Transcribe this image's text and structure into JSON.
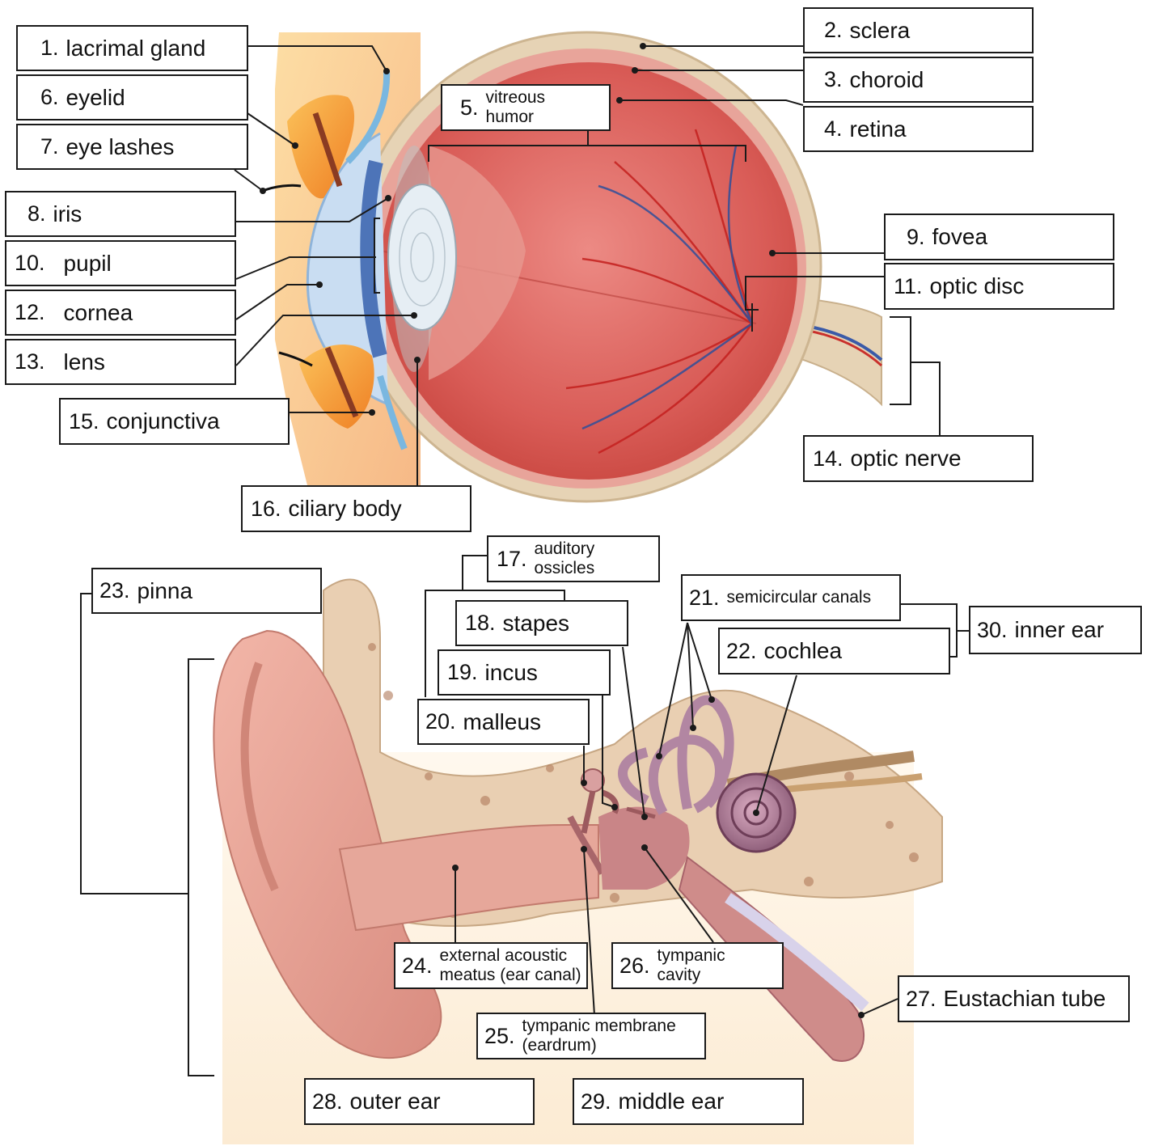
{
  "colors": {
    "background": "#ffffff",
    "sclera": "#e6d3b5",
    "eye_interior": "#e06a63",
    "eyelid": "#f1922c",
    "cornea": "#bfd6ee",
    "ear_skin": "#e9a79b",
    "bone": "#e7cdb2",
    "inner_ear": "#b98ea6",
    "leader_line": "#1a1a1a"
  },
  "labels": {
    "lacrimal_gland": {
      "num": "1.",
      "text": "lacrimal gland"
    },
    "sclera": {
      "num": "2.",
      "text": "sclera"
    },
    "choroid": {
      "num": "3.",
      "text": "choroid"
    },
    "retina": {
      "num": "4.",
      "text": "retina"
    },
    "vitreous_humor": {
      "num": "5.",
      "line1": "vitreous",
      "line2": "humor"
    },
    "eyelid": {
      "num": "6.",
      "text": "eyelid"
    },
    "eye_lashes": {
      "num": "7.",
      "text": "eye lashes"
    },
    "iris": {
      "num": "8.",
      "text": "iris"
    },
    "fovea": {
      "num": "9.",
      "text": "fovea"
    },
    "pupil": {
      "num": "10.",
      "text": "pupil"
    },
    "optic_disc": {
      "num": "11.",
      "text": "optic disc"
    },
    "cornea": {
      "num": "12.",
      "text": "cornea"
    },
    "lens": {
      "num": "13.",
      "text": "lens"
    },
    "optic_nerve": {
      "num": "14.",
      "text": "optic nerve"
    },
    "conjunctiva": {
      "num": "15.",
      "text": "conjunctiva"
    },
    "ciliary_body": {
      "num": "16.",
      "text": "ciliary body"
    },
    "auditory_ossicles": {
      "num": "17.",
      "line1": "auditory",
      "line2": "ossicles"
    },
    "stapes": {
      "num": "18.",
      "text": "stapes"
    },
    "incus": {
      "num": "19.",
      "text": "incus"
    },
    "malleus": {
      "num": "20.",
      "text": "malleus"
    },
    "semicircular_canals": {
      "num": "21.",
      "text": "semicircular canals"
    },
    "cochlea": {
      "num": "22.",
      "text": "cochlea"
    },
    "pinna": {
      "num": "23.",
      "text": "pinna"
    },
    "external_acoustic_meatus": {
      "num": "24.",
      "line1": "external acoustic",
      "line2": "meatus (ear canal)"
    },
    "tympanic_membrane": {
      "num": "25.",
      "line1": "tympanic membrane",
      "line2": "(eardrum)"
    },
    "tympanic_cavity": {
      "num": "26.",
      "line1": "tympanic",
      "line2": "cavity"
    },
    "eustachian_tube": {
      "num": "27.",
      "text": "Eustachian tube"
    },
    "outer_ear": {
      "num": "28.",
      "text": "outer ear"
    },
    "middle_ear": {
      "num": "29.",
      "text": "middle ear"
    },
    "inner_ear": {
      "num": "30.",
      "text": "inner ear"
    }
  }
}
